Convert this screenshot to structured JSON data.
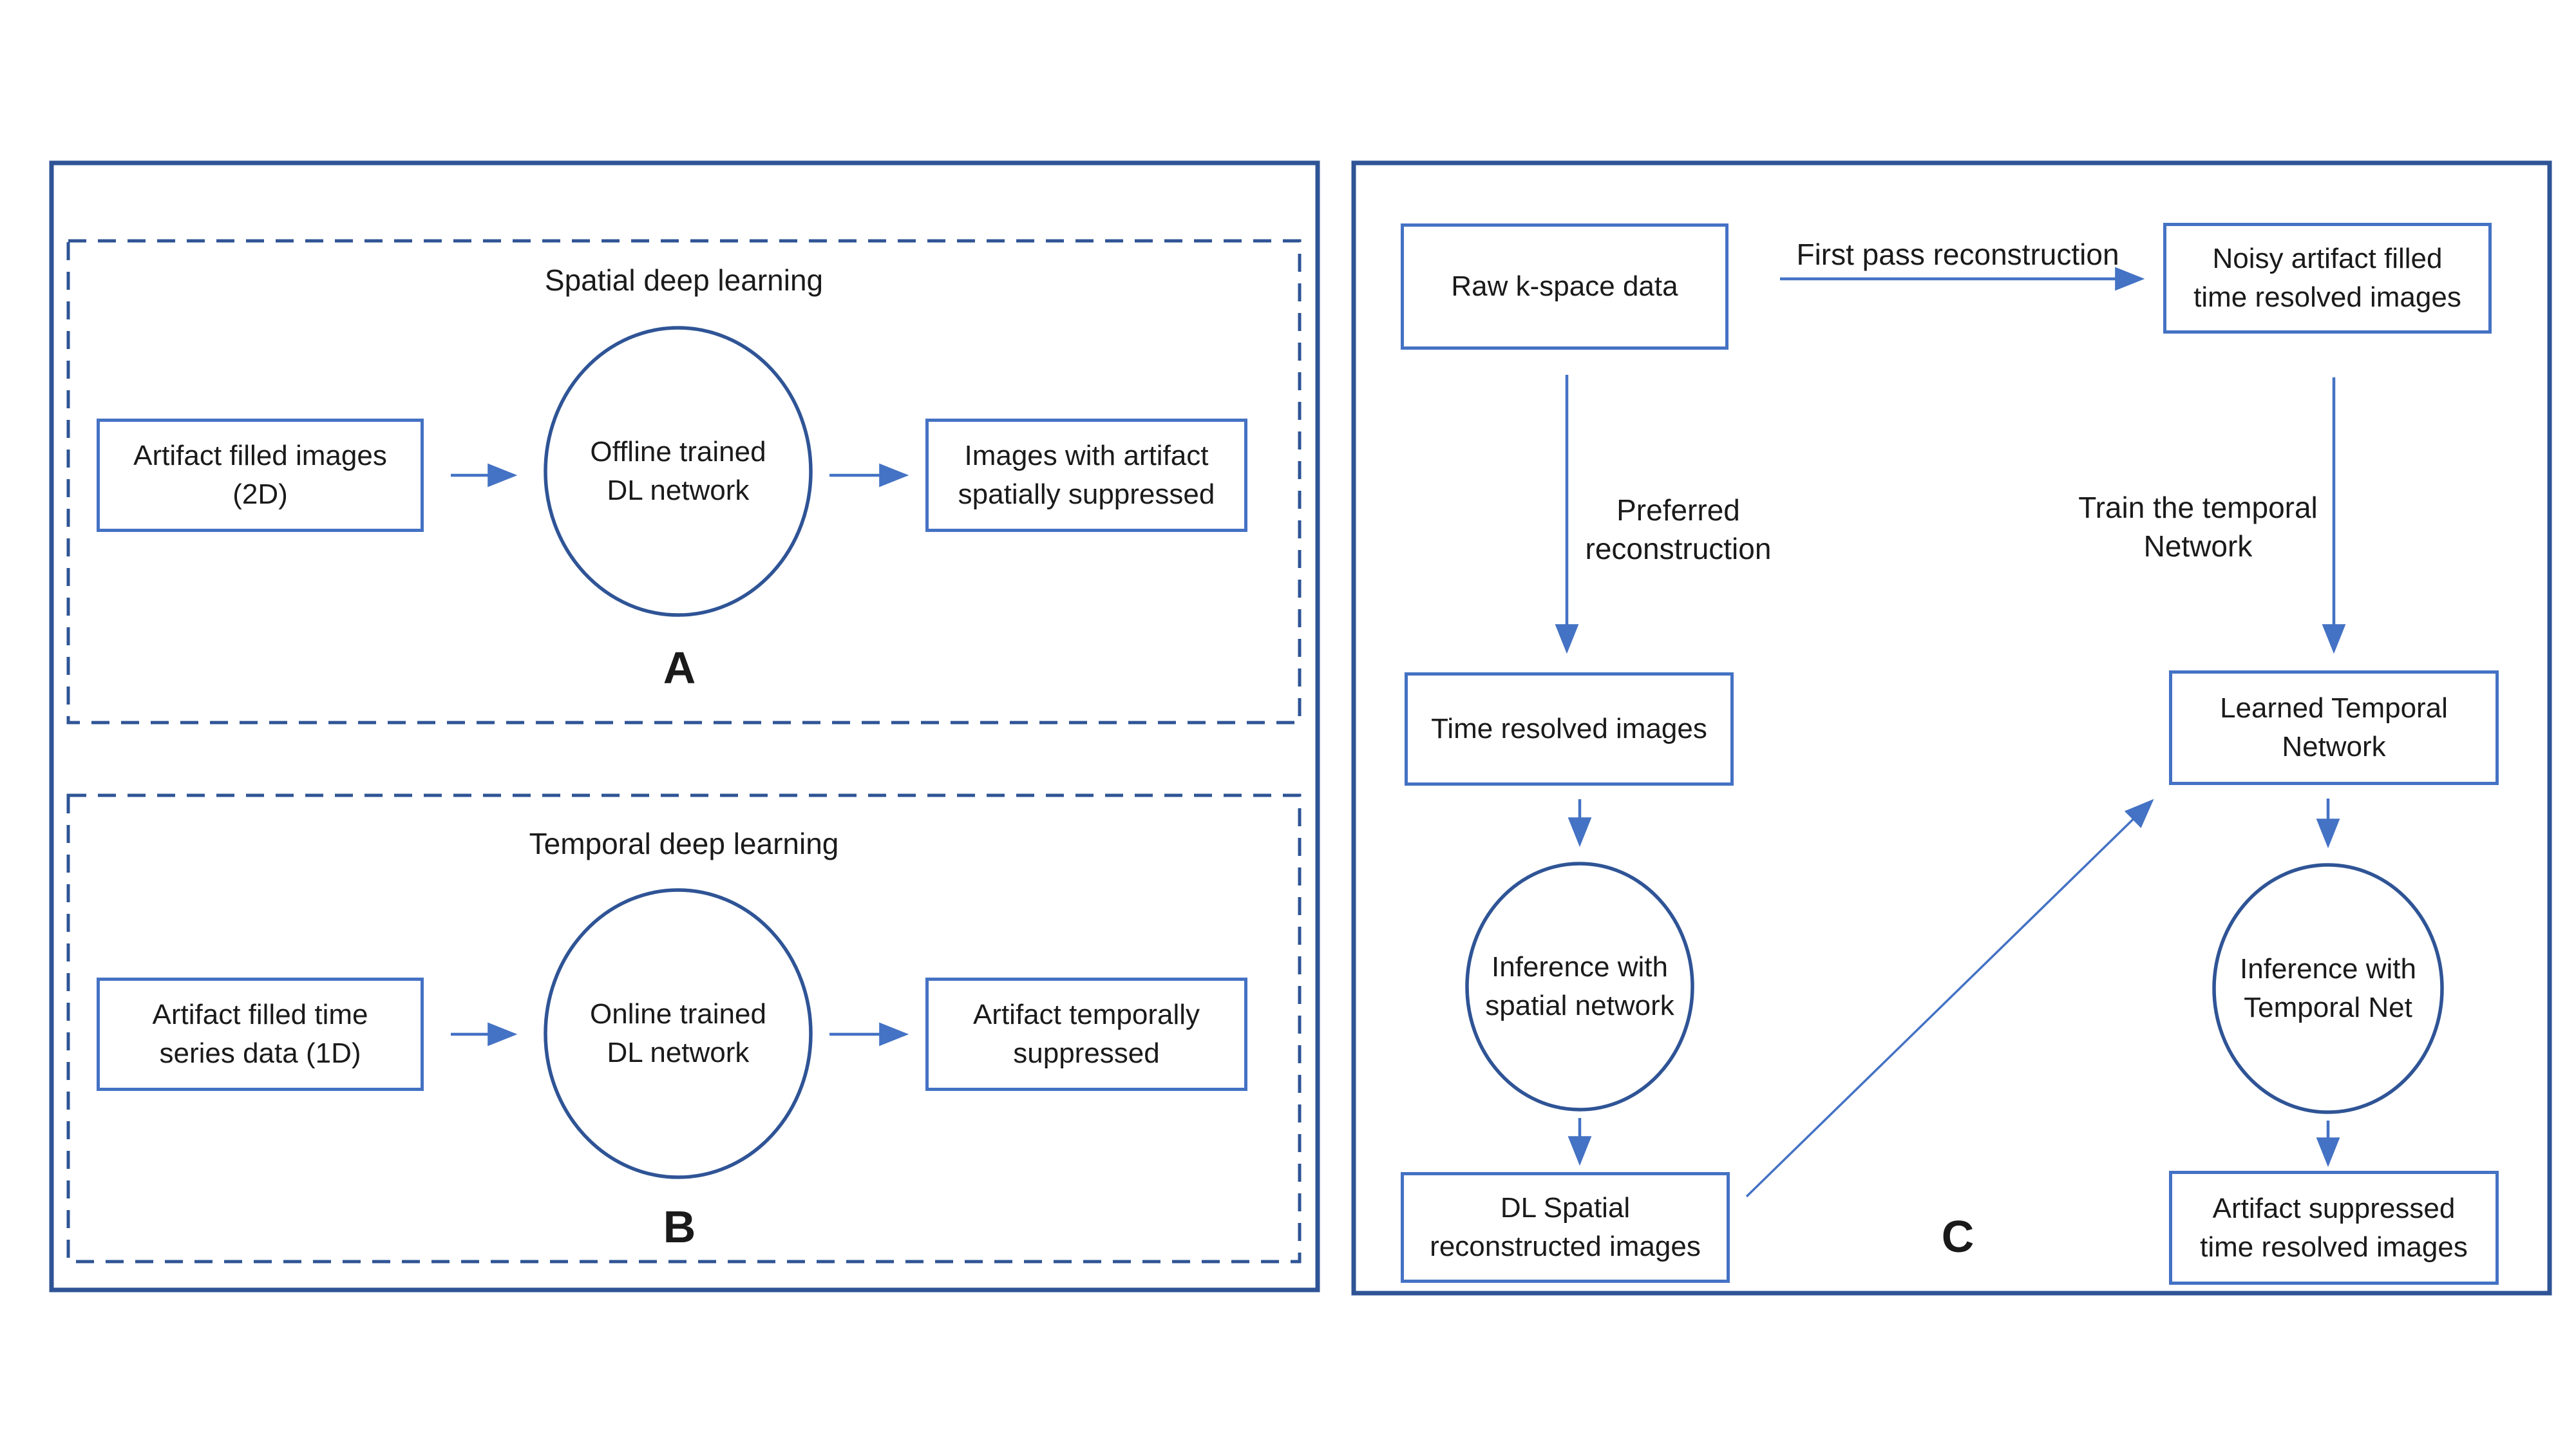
{
  "colors": {
    "accent": "#4472C4",
    "accent_dark": "#2F5496",
    "text": "#1a1a1a",
    "background": "#ffffff"
  },
  "diagram": {
    "a": {
      "title": "Spatial deep learning",
      "input": "Artifact filled images\n(2D)",
      "network": "Offline trained\nDL network",
      "output": "Images with artifact\nspatially suppressed",
      "label": "A"
    },
    "b": {
      "title": "Temporal deep learning",
      "input": "Artifact filled time\nseries data (1D)",
      "network": "Online trained\nDL network",
      "output": "Artifact temporally\nsuppressed",
      "label": "B"
    },
    "c": {
      "raw_kspace": "Raw k-space data",
      "first_pass": "First pass reconstruction",
      "noisy": "Noisy artifact filled\ntime resolved images",
      "preferred": "Preferred\nreconstruction",
      "train": "Train the temporal\nNetwork",
      "time_resolved": "Time resolved images",
      "learned": "Learned Temporal\nNetwork",
      "inference_spatial": "Inference with\nspatial network",
      "inference_temporal": "Inference with\nTemporal Net",
      "dl_spatial": "DL Spatial\nreconstructed images",
      "artifact_suppressed": "Artifact suppressed\ntime resolved images",
      "label": "C"
    }
  }
}
